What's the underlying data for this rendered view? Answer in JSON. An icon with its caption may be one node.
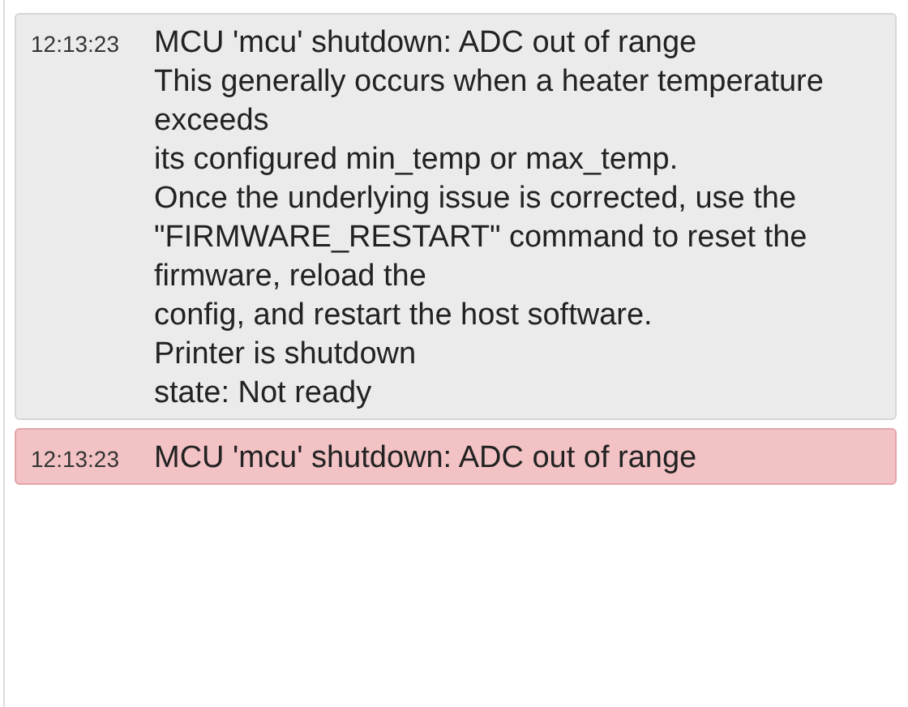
{
  "diagram": {
    "nodes": [
      {
        "text": [
          "12:13:23",
          "MCU 'mcu' shutdown: ADC out of range",
          "This generally occurs when a heater temperature exceeds",
          "its configured min_temp or max_temp.",
          "Once the underlying issue is corrected, use the \"FIRMWARE_RESTART\" command to reset the firmware, reload the",
          "config, and restart the host software.",
          "Printer is shutdown",
          "state: Not ready"
        ]
      },
      {
        "text": [
          "12:13:23",
          "MCU 'mcu' shutdown: ADC out of range"
        ]
      }
    ]
  }
}
